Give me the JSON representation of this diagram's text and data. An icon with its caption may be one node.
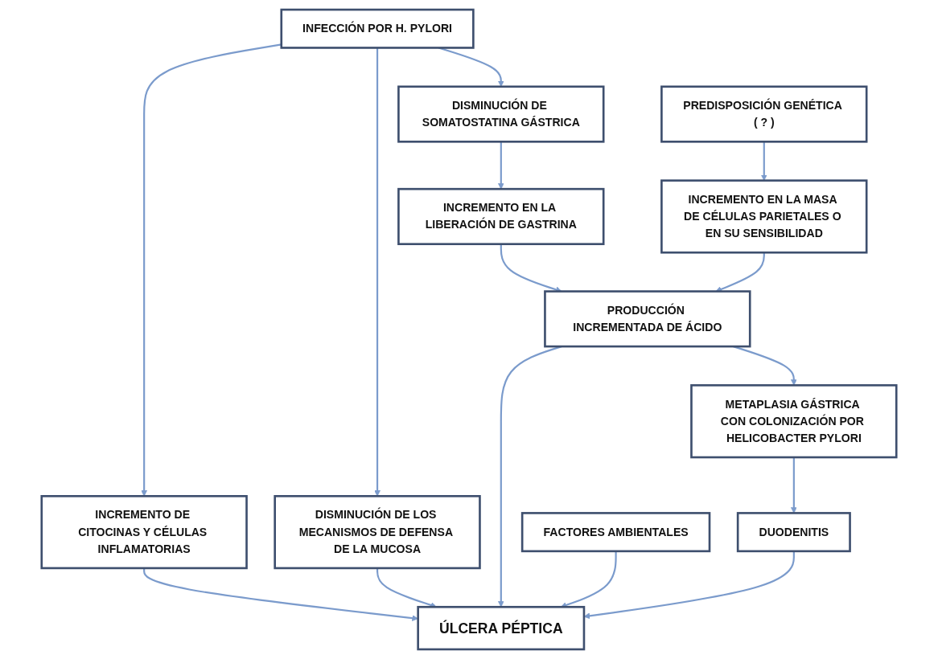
{
  "diagram": {
    "nodes": [
      {
        "text": [
          "INFECCIÓN POR H. PYLORI"
        ]
      },
      {
        "text": [
          "PREDISPOSICIÓN GENÉTICA ( ? )"
        ]
      },
      {
        "text": [
          "INCREMENTO DE CITOCINAS Y CÉLULAS INFLAMATORIAS"
        ]
      },
      {
        "text": [
          "DISMINUCIÓN DE LOS MECANISMOS DE DEFENSA DE LA MUCOSA"
        ]
      },
      {
        "text": [
          "DISMINUCIÓN DE SOMATOSTATINA GÁSTRICA"
        ]
      },
      {
        "text": [
          "INCREMENTO EN LA MASA DE CÉLULAS PARIETALES O EN SU SENSIBILIDAD"
        ]
      },
      {
        "text": [
          "INCREMENTO EN LA LIBERACIÓN DE GASTRINA"
        ]
      },
      {
        "text": [
          "ÚLCERA PÉPTICA"
        ]
      },
      {
        "text": [
          "PRODUCCIÓN INCREMENTADA DE ÁCIDO"
        ]
      },
      {
        "text": [
          "METAPLASIA GÁSTRICA CON COLONIZACIÓN POR HELICOBACTER PYLORI"
        ]
      },
      {
        "text": [
          "FACTORES AMBIENTALES"
        ]
      },
      {
        "text": [
          "DUODENITIS"
        ]
      }
    ],
    "edges": [
      {
        "from": 0,
        "to": 2,
        "arrow": "to"
      },
      {
        "from": 0,
        "to": 3,
        "arrow": "to"
      },
      {
        "from": 0,
        "to": 4,
        "arrow": "to"
      },
      {
        "from": 1,
        "to": 5,
        "arrow": "to"
      },
      {
        "from": 2,
        "to": 7,
        "arrow": "to"
      },
      {
        "from": 3,
        "to": 7,
        "arrow": "to"
      },
      {
        "from": 4,
        "to": 6,
        "arrow": "to"
      },
      {
        "from": 6,
        "to": 8,
        "arrow": "to"
      },
      {
        "from": 5,
        "to": 8,
        "arrow": "to"
      },
      {
        "from": 8,
        "to": 7,
        "arrow": "to"
      },
      {
        "from": 8,
        "to": 9,
        "arrow": "to"
      },
      {
        "from": 9,
        "to": 11,
        "arrow": "to"
      },
      {
        "from": 10,
        "to": 7,
        "arrow": "to"
      },
      {
        "from": 11,
        "to": 7,
        "arrow": "to"
      }
    ]
  }
}
